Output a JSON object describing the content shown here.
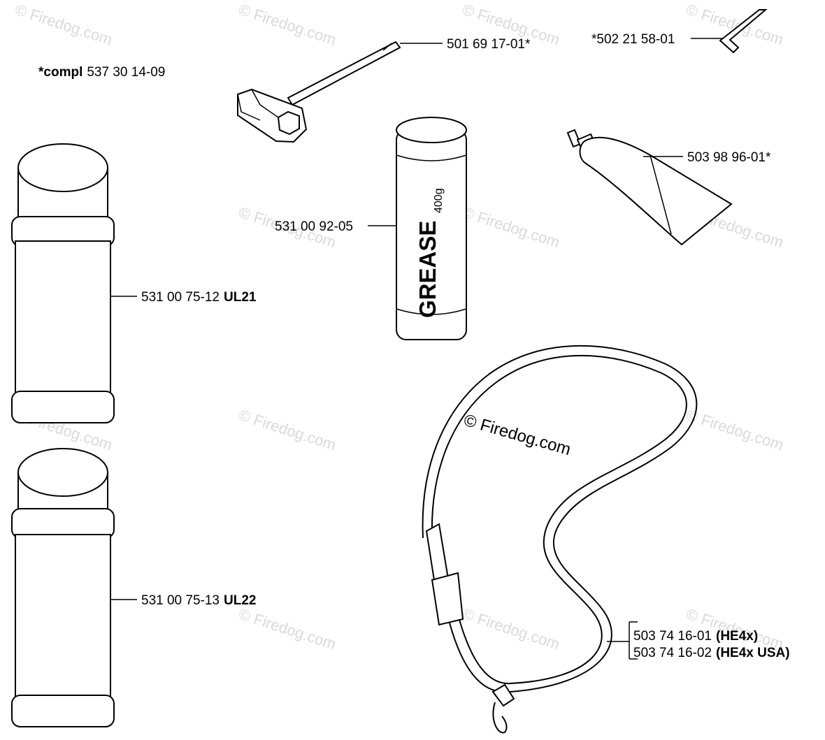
{
  "header_note": {
    "prefix": "*compl",
    "number": "537 30 14-09"
  },
  "parts": {
    "plug_wrench": {
      "number": "501 69 17-01*"
    },
    "hex_key": {
      "number": "*502 21 58-01"
    },
    "grease_tube": {
      "number": "503 98 96-01*"
    },
    "grease_cartridge": {
      "number": "531 00 92-05",
      "brand_text": "GREASE",
      "size_text": "400g"
    },
    "can_ul21": {
      "number": "531 00 75-12",
      "model": "UL21"
    },
    "can_ul22": {
      "number": "531 00 75-13",
      "model": "UL22"
    },
    "harness": {
      "line1_number": "503 74 16-01",
      "line1_model": "(HE4x)",
      "line2_number": "503 74 16-02",
      "line2_model": "(HE4x USA)"
    }
  },
  "watermark": {
    "text": "© Firedog.com"
  }
}
